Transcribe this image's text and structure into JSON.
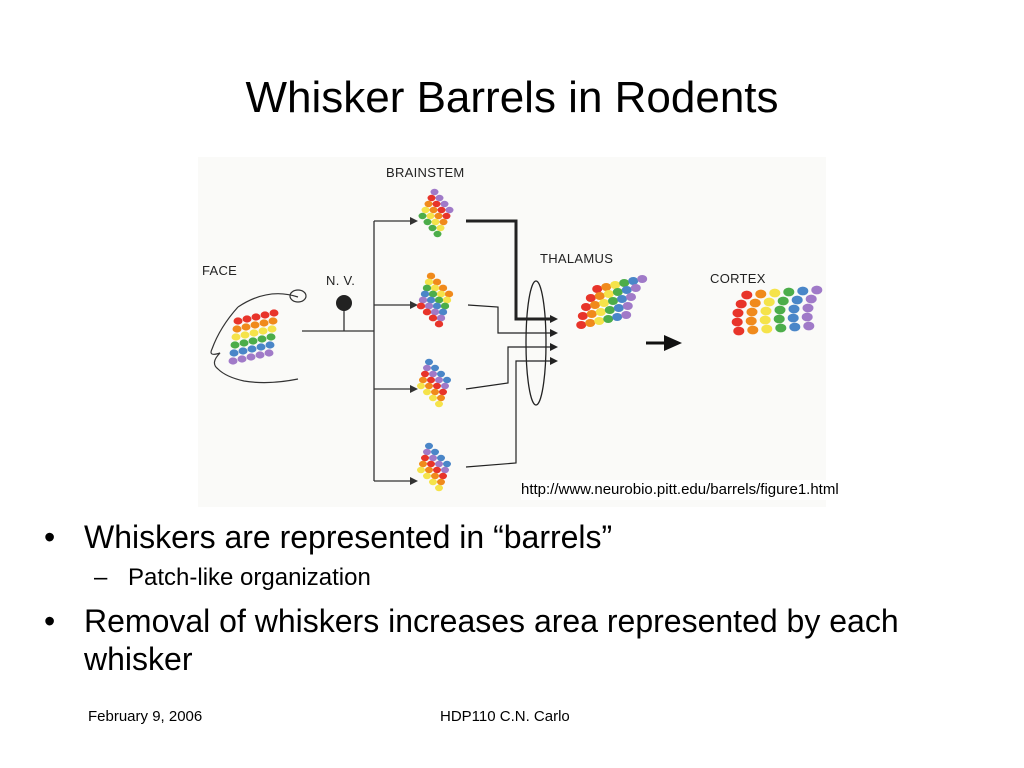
{
  "slide": {
    "title": "Whisker Barrels in Rodents",
    "figure": {
      "labels": {
        "brainstem": "BRAINSTEM",
        "face": "FACE",
        "nv": "N. V.",
        "thalamus": "THALAMUS",
        "cortex": "CORTEX"
      },
      "source_url": "http://www.neurobio.pitt.edu/barrels/figure1.html",
      "row_colors": [
        "#e8342a",
        "#f08a1c",
        "#f5e34a",
        "#4cad4a",
        "#4a86c8",
        "#a07ac8"
      ]
    },
    "bullets": [
      {
        "text": "Whiskers are represented in “barrels”",
        "sub": [
          "Patch-like organization"
        ]
      },
      {
        "text": "Removal of whiskers increases area represented by each whisker",
        "sub": []
      }
    ],
    "footer": {
      "date": "February 9, 2006",
      "course": "HDP110 C.N. Carlo"
    }
  }
}
